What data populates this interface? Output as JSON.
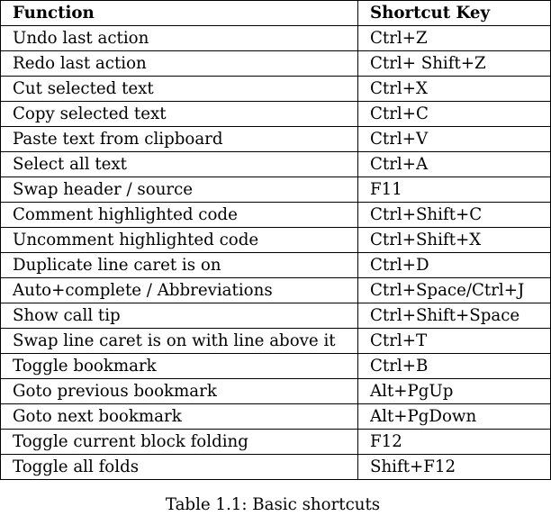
{
  "table": {
    "headers": [
      "Function",
      "Shortcut Key"
    ],
    "rows": [
      [
        "Undo last action",
        "Ctrl+Z"
      ],
      [
        "Redo last action",
        "Ctrl+ Shift+Z"
      ],
      [
        "Cut selected text",
        "Ctrl+X"
      ],
      [
        "Copy selected text",
        "Ctrl+C"
      ],
      [
        "Paste text from clipboard",
        "Ctrl+V"
      ],
      [
        "Select all text",
        "Ctrl+A"
      ],
      [
        "Swap header / source",
        "F11"
      ],
      [
        "Comment highlighted code",
        "Ctrl+Shift+C"
      ],
      [
        "Uncomment highlighted code",
        "Ctrl+Shift+X"
      ],
      [
        "Duplicate line caret is on",
        "Ctrl+D"
      ],
      [
        "Auto+complete / Abbreviations",
        "Ctrl+Space/Ctrl+J"
      ],
      [
        "Show call tip",
        "Ctrl+Shift+Space"
      ],
      [
        "Swap line caret is on with line above it",
        "Ctrl+T"
      ],
      [
        "Toggle bookmark",
        "Ctrl+B"
      ],
      [
        "Goto previous bookmark",
        "Alt+PgUp"
      ],
      [
        "Goto next bookmark",
        "Alt+PgDown"
      ],
      [
        "Toggle current block folding",
        "F12"
      ],
      [
        "Toggle all folds",
        "Shift+F12"
      ]
    ]
  },
  "caption": "Table 1.1: Basic shortcuts"
}
